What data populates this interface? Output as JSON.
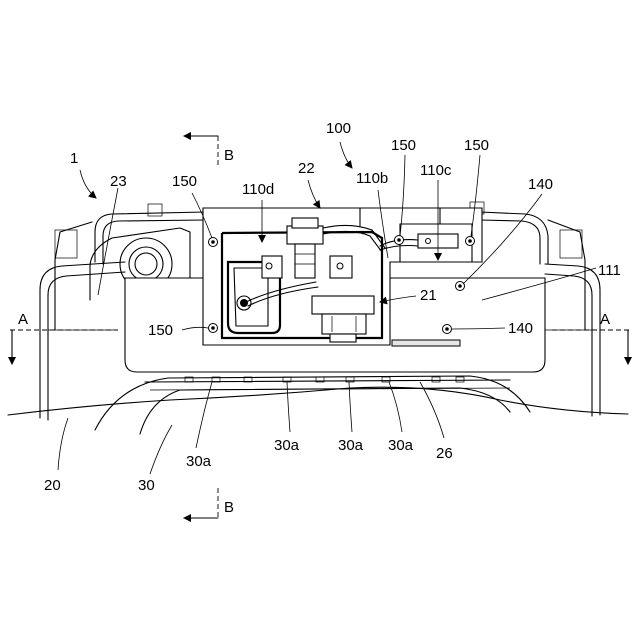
{
  "labels": {
    "ref_1": "1",
    "ref_100": "100",
    "ref_22": "22",
    "ref_23": "23",
    "ref_150_a": "150",
    "ref_150_b": "150",
    "ref_150_c": "150",
    "ref_150_d": "150",
    "ref_110d": "110d",
    "ref_110b": "110b",
    "ref_110c": "110c",
    "ref_140_a": "140",
    "ref_140_b": "140",
    "ref_111": "111",
    "ref_21": "21",
    "ref_20": "20",
    "ref_30": "30",
    "ref_30a_a": "30a",
    "ref_30a_b": "30a",
    "ref_30a_c": "30a",
    "ref_30a_d": "30a",
    "ref_26": "26",
    "section_a_left": "A",
    "section_a_right": "A",
    "section_b_top": "B",
    "section_b_bottom": "B"
  }
}
